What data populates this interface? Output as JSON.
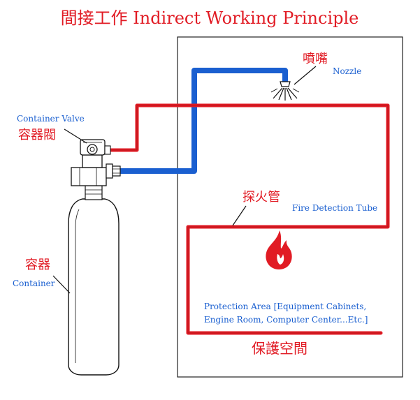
{
  "title": "間接工作 Indirect Working Principle",
  "labels": {
    "nozzle_zh": "噴嘴",
    "nozzle_en": "Nozzle",
    "valve_en": "Container Valve",
    "valve_zh": "容器閥",
    "tube_zh": "探火管",
    "tube_en": "Fire Detection Tube",
    "container_zh": "容器",
    "container_en": "Container",
    "area_line1": "Protection Area [Equipment Cabinets,",
    "area_line2": "Engine Room, Computer Center...Etc.]",
    "area_zh": "保護空間"
  },
  "colors": {
    "red": "#e11b24",
    "blue": "#1a5fd0",
    "outline": "#111111"
  }
}
